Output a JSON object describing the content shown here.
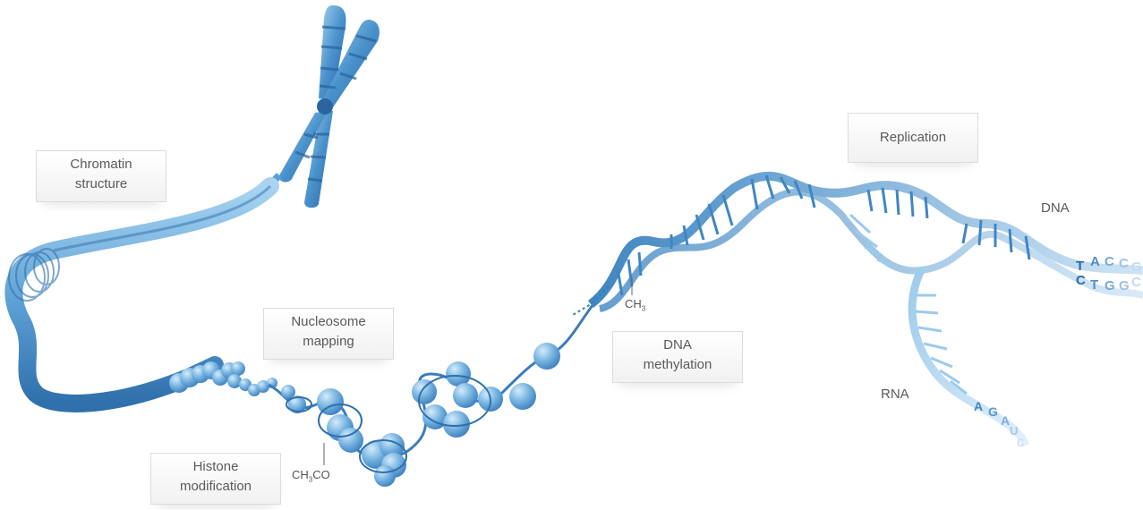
{
  "labels": {
    "chromatin_structure": [
      "Chromatin",
      "structure"
    ],
    "nucleosome_mapping": [
      "Nucleosome",
      "mapping"
    ],
    "histone_modification": [
      "Histone",
      "modification"
    ],
    "dna_methylation": [
      "DNA",
      "methylation"
    ],
    "replication": "Replication",
    "dna": "DNA",
    "rna": "RNA"
  },
  "chemistry": {
    "acetyl": {
      "prefix": "CH",
      "sub": "3",
      "suffix": "CO"
    },
    "methyl": {
      "prefix": "CH",
      "sub": "3"
    }
  },
  "sequences": {
    "dna_top": [
      "T",
      "A",
      "C",
      "C",
      "G"
    ],
    "dna_bottom": [
      "C",
      "T",
      "G",
      "G",
      "C"
    ],
    "rna": [
      "A",
      "G",
      "A",
      "U",
      "C"
    ]
  },
  "colors": {
    "strand": "#3f86c2",
    "strand_light": "#9ccbeb",
    "strand_dark": "#2a65a0",
    "label_text": "#5a5a5a"
  },
  "icons": [
    "chromosome-icon",
    "nucleosome-icon",
    "dna-helix-icon",
    "rna-strand-icon"
  ]
}
